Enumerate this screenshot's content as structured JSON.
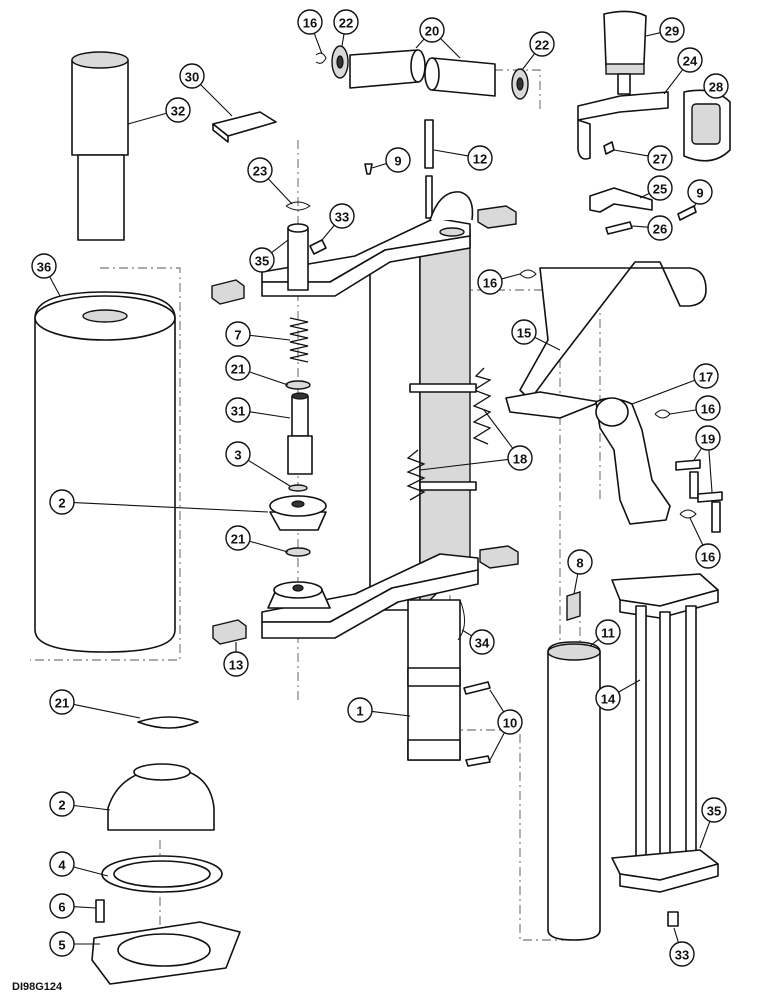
{
  "drawing_id": "DI98G124",
  "callouts": [
    {
      "label": "1"
    },
    {
      "label": "2"
    },
    {
      "label": "2"
    },
    {
      "label": "3"
    },
    {
      "label": "4"
    },
    {
      "label": "5"
    },
    {
      "label": "6"
    },
    {
      "label": "7"
    },
    {
      "label": "8"
    },
    {
      "label": "9"
    },
    {
      "label": "9"
    },
    {
      "label": "10"
    },
    {
      "label": "11"
    },
    {
      "label": "12"
    },
    {
      "label": "13"
    },
    {
      "label": "14"
    },
    {
      "label": "15"
    },
    {
      "label": "16"
    },
    {
      "label": "16"
    },
    {
      "label": "16"
    },
    {
      "label": "16"
    },
    {
      "label": "17"
    },
    {
      "label": "18"
    },
    {
      "label": "19"
    },
    {
      "label": "20"
    },
    {
      "label": "21"
    },
    {
      "label": "21"
    },
    {
      "label": "21"
    },
    {
      "label": "22"
    },
    {
      "label": "22"
    },
    {
      "label": "23"
    },
    {
      "label": "24"
    },
    {
      "label": "25"
    },
    {
      "label": "26"
    },
    {
      "label": "27"
    },
    {
      "label": "28"
    },
    {
      "label": "29"
    },
    {
      "label": "30"
    },
    {
      "label": "31"
    },
    {
      "label": "32"
    },
    {
      "label": "33"
    },
    {
      "label": "33"
    },
    {
      "label": "34"
    },
    {
      "label": "35"
    },
    {
      "label": "35"
    },
    {
      "label": "36"
    }
  ]
}
